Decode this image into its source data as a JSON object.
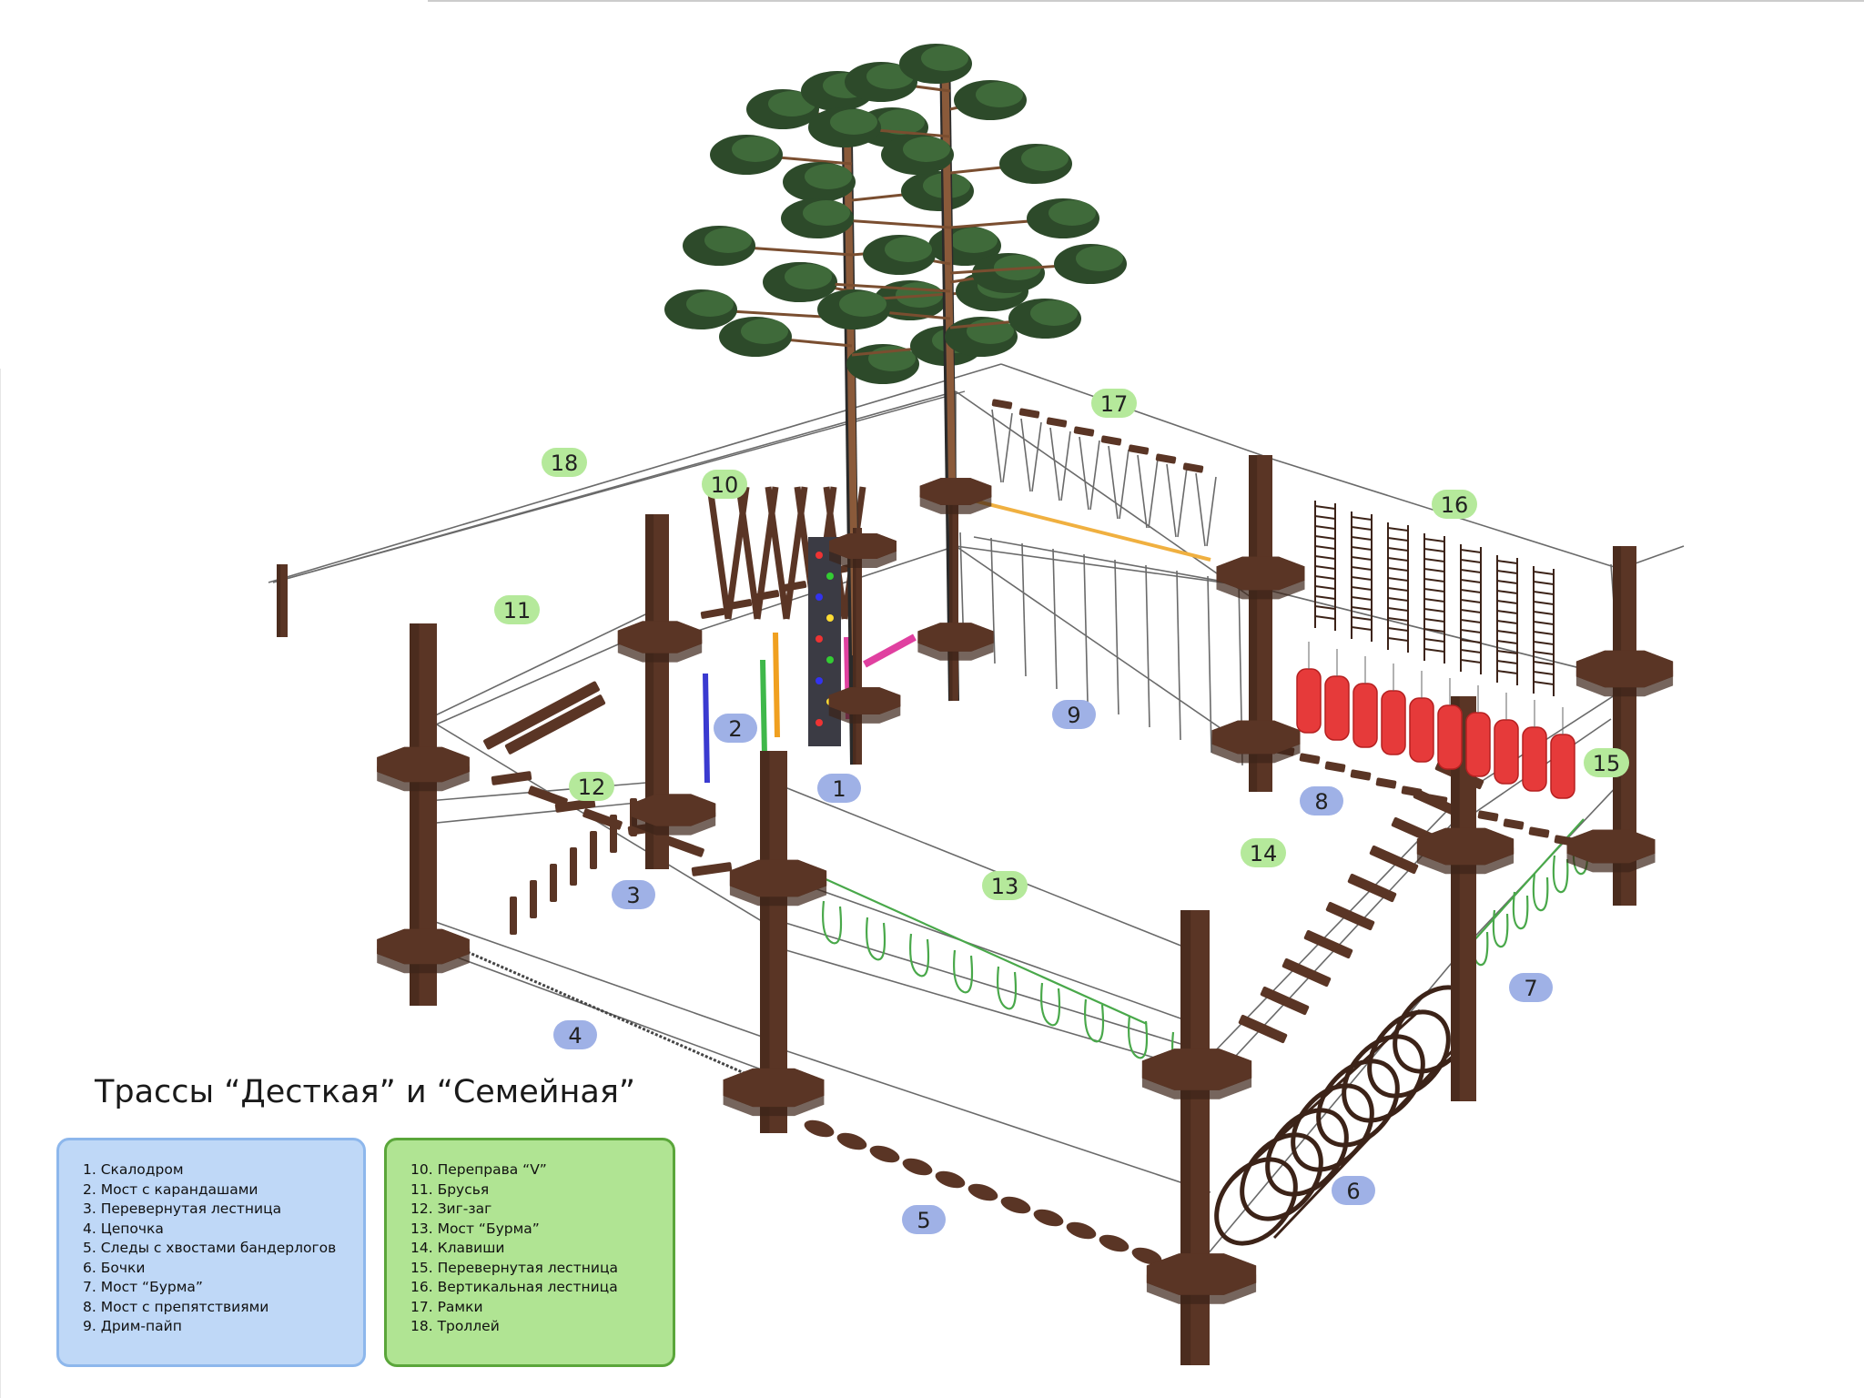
{
  "title": "Трассы “Десткая” и “Семейная”",
  "colors": {
    "wood": "#5a3525",
    "wood_dark": "#3c2318",
    "badge_blue": "#9fb1e6",
    "badge_green": "#b5e99b",
    "rope": "#555555",
    "barrel_red": "#e63a3a",
    "rope_green": "#49a84a"
  },
  "legend_kids": [
    "1. Скалодром",
    "2. Мост с карандашами",
    "3. Перевернутая лестница",
    "4. Цепочка",
    "5. Следы с хвостами бандерлогов",
    "6. Бочки",
    "7. Мост  “Бурма”",
    "8. Мост с препятствиями",
    "9. Дрим-пайп"
  ],
  "legend_family": [
    "10. Переправа “V”",
    "11. Брусья",
    "12. Зиг-заг",
    "13. Мост “Бурма”",
    "14. Клавиши",
    "15. Перевернутая лестница",
    "16. Вертикальная лестница",
    "17. Рамки",
    "18. Троллей"
  ],
  "badges": [
    {
      "label": "1",
      "group": "kids"
    },
    {
      "label": "2",
      "group": "kids"
    },
    {
      "label": "3",
      "group": "kids"
    },
    {
      "label": "4",
      "group": "kids"
    },
    {
      "label": "5",
      "group": "kids"
    },
    {
      "label": "6",
      "group": "kids"
    },
    {
      "label": "7",
      "group": "kids"
    },
    {
      "label": "8",
      "group": "kids"
    },
    {
      "label": "9",
      "group": "kids"
    },
    {
      "label": "10",
      "group": "family"
    },
    {
      "label": "11",
      "group": "family"
    },
    {
      "label": "12",
      "group": "family"
    },
    {
      "label": "13",
      "group": "family"
    },
    {
      "label": "14",
      "group": "family"
    },
    {
      "label": "15",
      "group": "family"
    },
    {
      "label": "16",
      "group": "family"
    },
    {
      "label": "17",
      "group": "family"
    },
    {
      "label": "18",
      "group": "family"
    }
  ]
}
